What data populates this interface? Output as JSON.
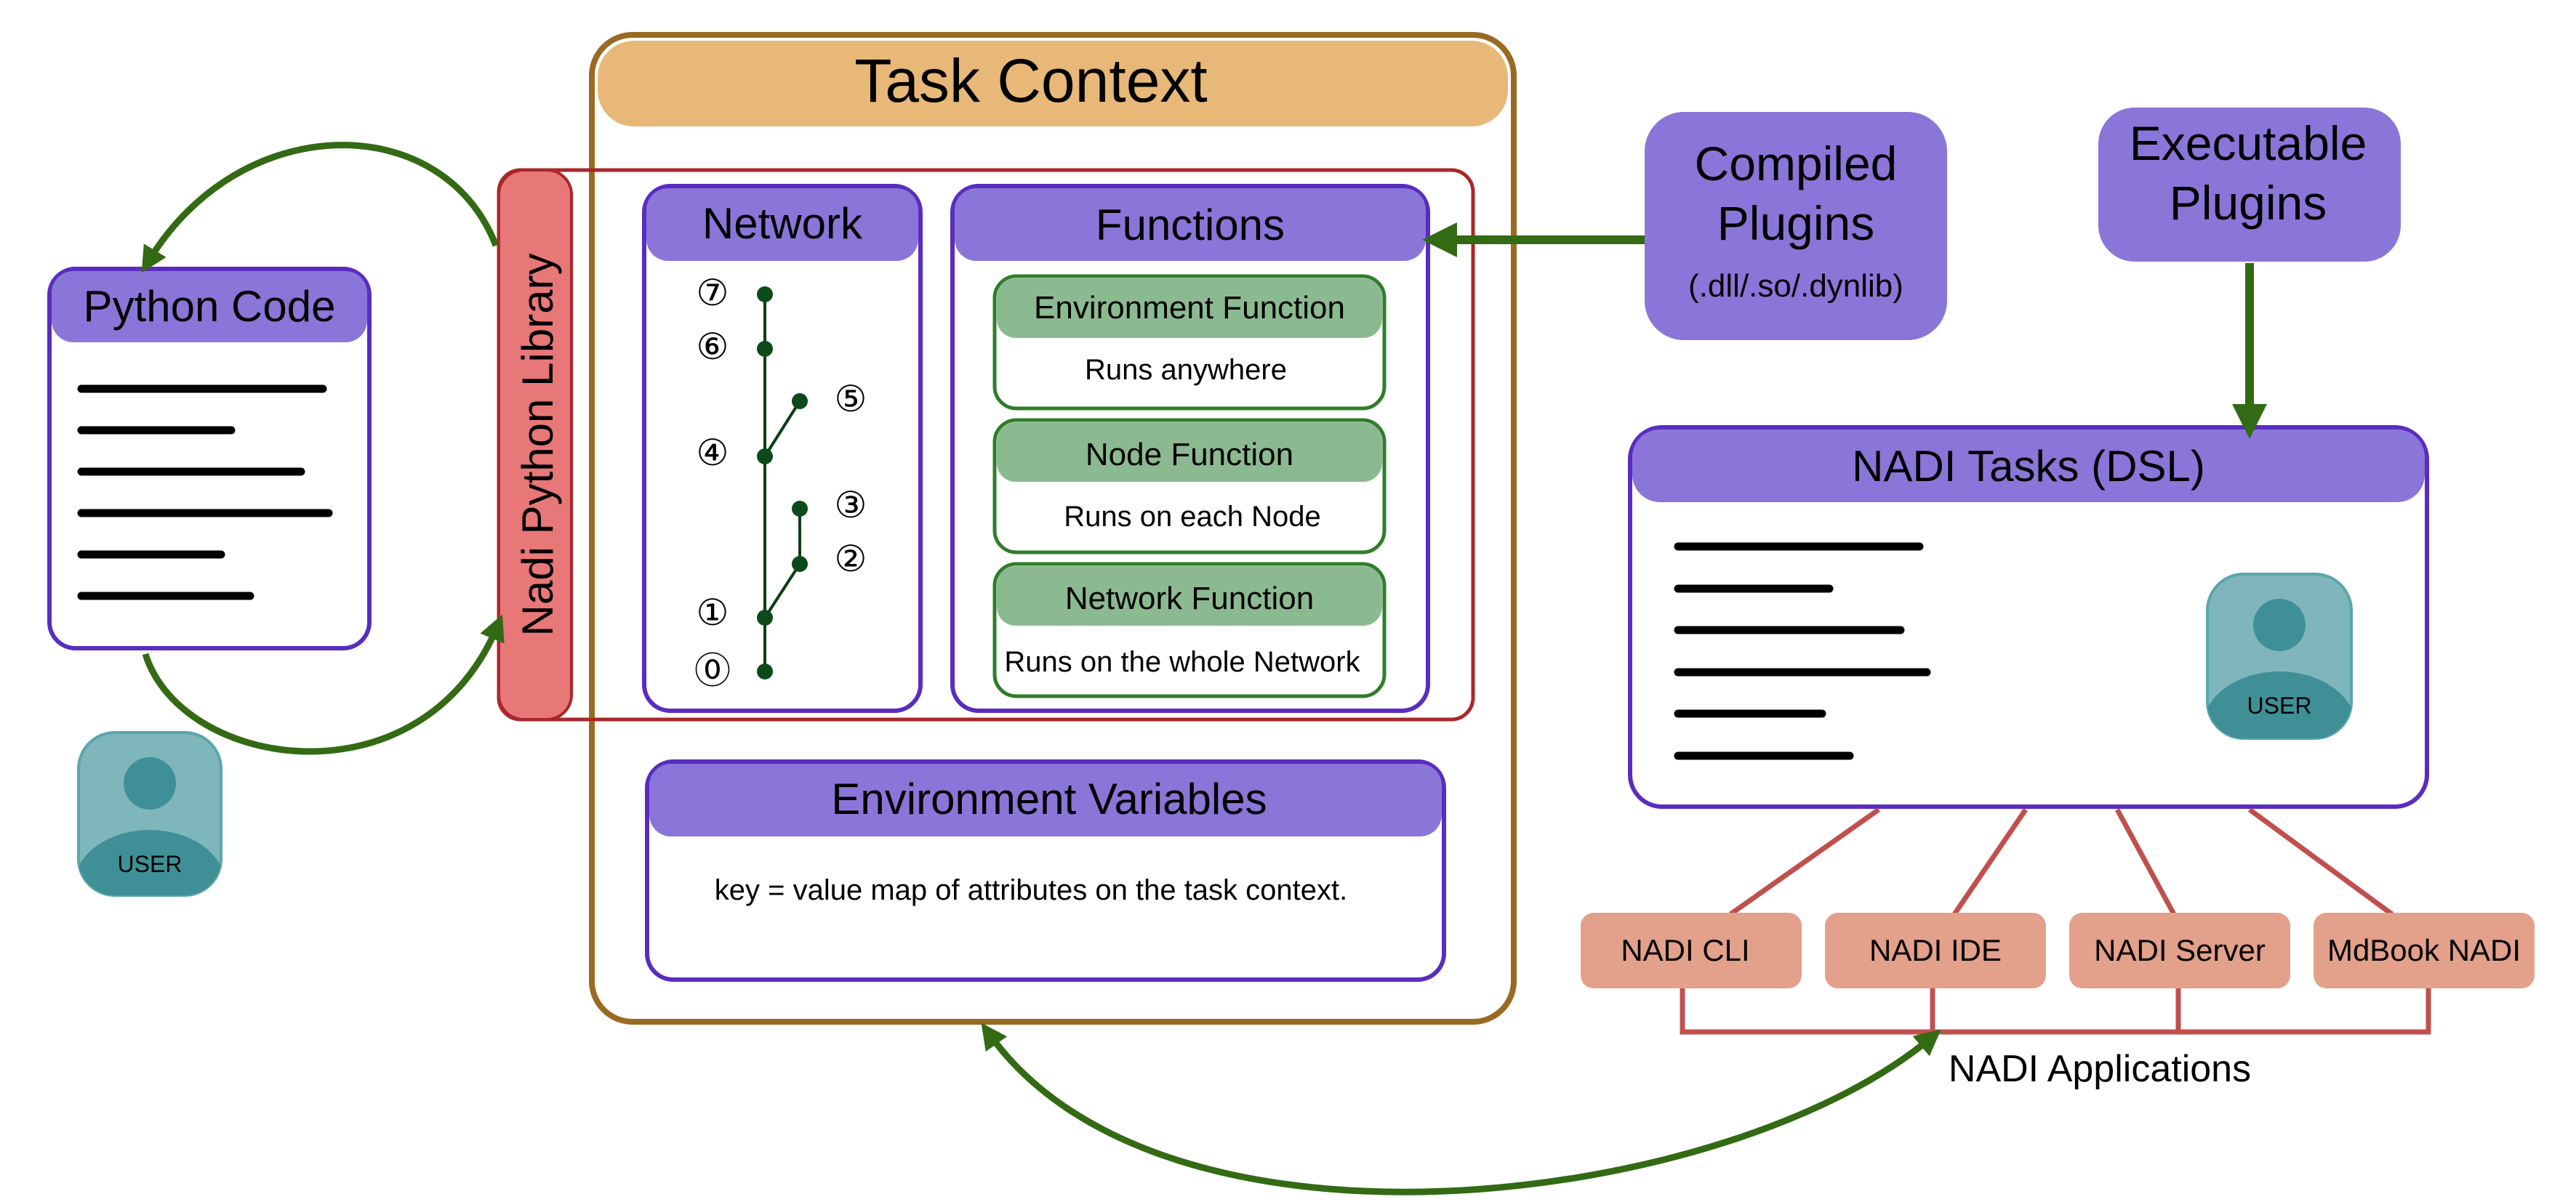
{
  "task_context": {
    "title": "Task Context"
  },
  "library": {
    "label": "Nadi Python Library"
  },
  "network": {
    "title": "Network",
    "nodes": [
      "⓪",
      "①",
      "②",
      "③",
      "④",
      "⑤",
      "⑥",
      "⑦"
    ]
  },
  "functions": {
    "title": "Functions",
    "items": [
      {
        "name": "Environment Function",
        "desc": "Runs anywhere"
      },
      {
        "name": "Node Function",
        "desc": "Runs on each Node"
      },
      {
        "name": "Network Function",
        "desc": "Runs on the whole Network"
      }
    ]
  },
  "env_vars": {
    "title": "Environment Variables",
    "desc": "key = value map of attributes on the task context."
  },
  "python_code": {
    "title": "Python Code"
  },
  "users": {
    "label": "USER"
  },
  "compiled_plugins": {
    "line1": "Compiled",
    "line2": "Plugins",
    "ext": "(.dll/.so/.dynlib)"
  },
  "executable_plugins": {
    "line1": "Executable",
    "line2": "Plugins"
  },
  "nadi_tasks": {
    "title": "NADI Tasks (DSL)"
  },
  "apps": {
    "caption": "NADI Applications",
    "items": [
      "NADI CLI",
      "NADI IDE",
      "NADI Server",
      "MdBook NADI"
    ]
  },
  "colors": {
    "purple": "#8a76d8",
    "purple_border": "#5a2cc0",
    "orange_header": "#e8b878",
    "orange_border": "#9b6a22",
    "red_border": "#a8282a",
    "library_fill": "#e87878",
    "green_header": "#8cba90",
    "green_border": "#2f7d2a",
    "arrow_green": "#336a14",
    "app_fill": "#e3a08a",
    "app_line": "#c0504d",
    "user_fill": "#7eb6bb",
    "user_dark": "#3e9096"
  }
}
